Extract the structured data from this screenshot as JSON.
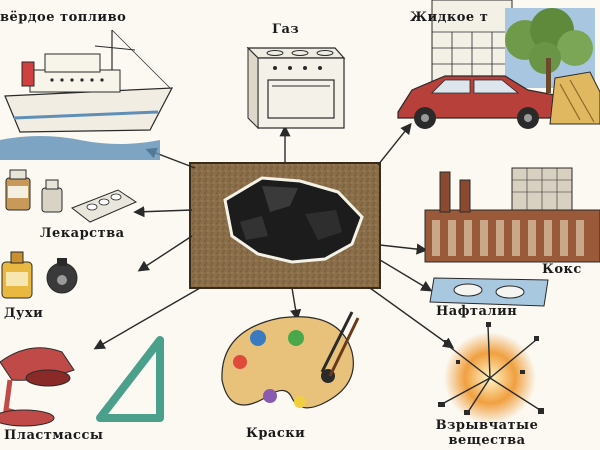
{
  "center": {
    "subject": "coal-lump"
  },
  "labels": {
    "solid_fuel": "вёрдое топливо",
    "gas": "Газ",
    "liquid_fuel": "Жидкое т",
    "medicine": "Лекарства",
    "coke": "Кокс",
    "perfume": "Духи",
    "naphthalene": "Нафталин",
    "plastics": "Пластмассы",
    "paints": "Краски",
    "explosives_line1": "Взрывчатые",
    "explosives_line2": "вещества"
  },
  "colors": {
    "paper": "#fbf9f2",
    "center_fill": "#8a6e4a",
    "coal": "#1c1c1c",
    "ink": "#2a2a2a",
    "sea": "#5f8fb7",
    "car": "#b8403a",
    "factory": "#9a5a3a",
    "palette": "#e8c27a",
    "lamp": "#c04a48",
    "triangle": "#4aa08a",
    "explosion": "#f0a040"
  },
  "icons": [
    "ship-icon",
    "gas-stove-icon",
    "car-icon",
    "building-icon",
    "tree-icon",
    "medicine-bottles-icon",
    "pills-icon",
    "factory-icon",
    "perfume-bottle-icon",
    "naphthalene-tablet-icon",
    "desk-lamp-icon",
    "set-square-icon",
    "paint-palette-icon",
    "explosion-icon"
  ]
}
